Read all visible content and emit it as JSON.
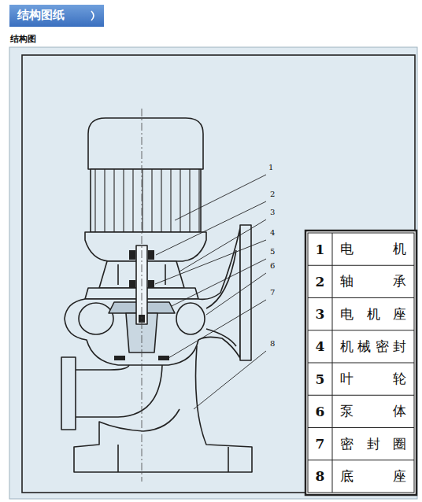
{
  "diagram": {
    "title": "结构图纸",
    "labels": [
      "结构图",
      "1",
      "2",
      "3",
      "4",
      "5",
      "6",
      "7",
      "8",
      "1",
      "电机",
      "2",
      "轴承",
      "3",
      "电机座",
      "4",
      "机械密封",
      "5",
      "叶轮",
      "6",
      "泵体",
      "7",
      "密封圈",
      "8",
      "底座"
    ]
  }
}
